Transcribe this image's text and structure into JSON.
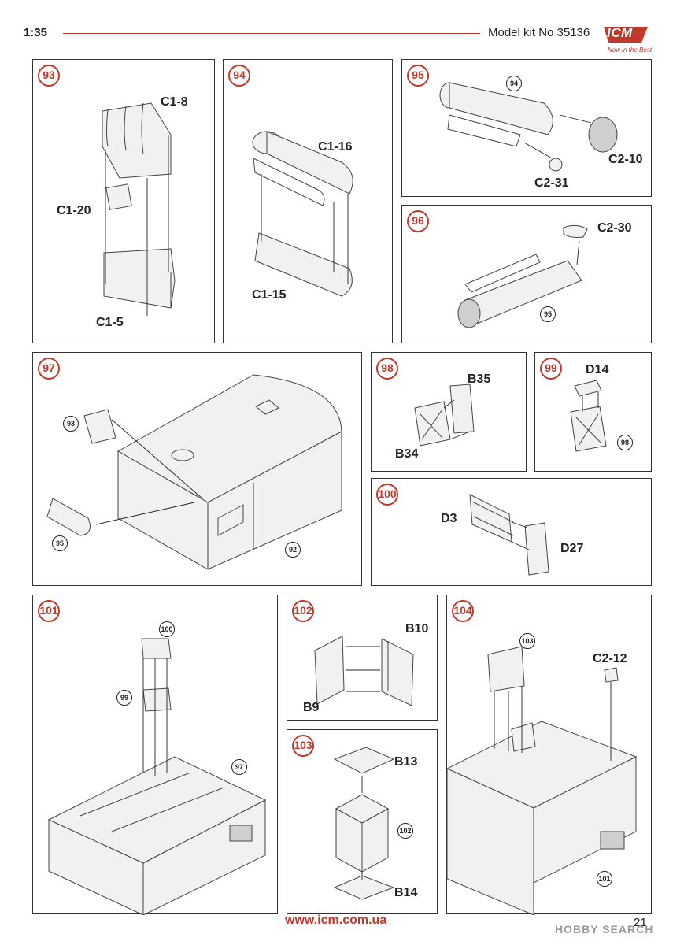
{
  "header": {
    "scale": "1:35",
    "kit": "Model kit No 35136",
    "brand": "ICM",
    "tagline": "Now in the Best"
  },
  "footer": {
    "url": "www.icm.com.ua",
    "page": "21",
    "watermark": "HOBBY SEARCH"
  },
  "steps": {
    "s93": {
      "num": "93",
      "labels": [
        "C1-8",
        "C1-20",
        "C1-5"
      ]
    },
    "s94": {
      "num": "94",
      "labels": [
        "C1-16",
        "C1-15"
      ]
    },
    "s95": {
      "num": "95",
      "labels": [
        "C2-10",
        "C2-31"
      ],
      "refs": [
        "94"
      ]
    },
    "s96": {
      "num": "96",
      "labels": [
        "C2-30"
      ],
      "refs": [
        "95"
      ]
    },
    "s97": {
      "num": "97",
      "refs": [
        "93",
        "95",
        "92"
      ]
    },
    "s98": {
      "num": "98",
      "labels": [
        "B35",
        "B34"
      ]
    },
    "s99": {
      "num": "99",
      "labels": [
        "D14"
      ],
      "refs": [
        "98"
      ]
    },
    "s100": {
      "num": "100",
      "labels": [
        "D3",
        "D27"
      ]
    },
    "s101": {
      "num": "101",
      "refs": [
        "100",
        "99",
        "97"
      ]
    },
    "s102": {
      "num": "102",
      "labels": [
        "B10",
        "B9"
      ]
    },
    "s103": {
      "num": "103",
      "labels": [
        "B13",
        "B14"
      ],
      "refs": [
        "102"
      ]
    },
    "s104": {
      "num": "104",
      "labels": [
        "C2-12"
      ],
      "refs": [
        "103",
        "101"
      ]
    }
  }
}
